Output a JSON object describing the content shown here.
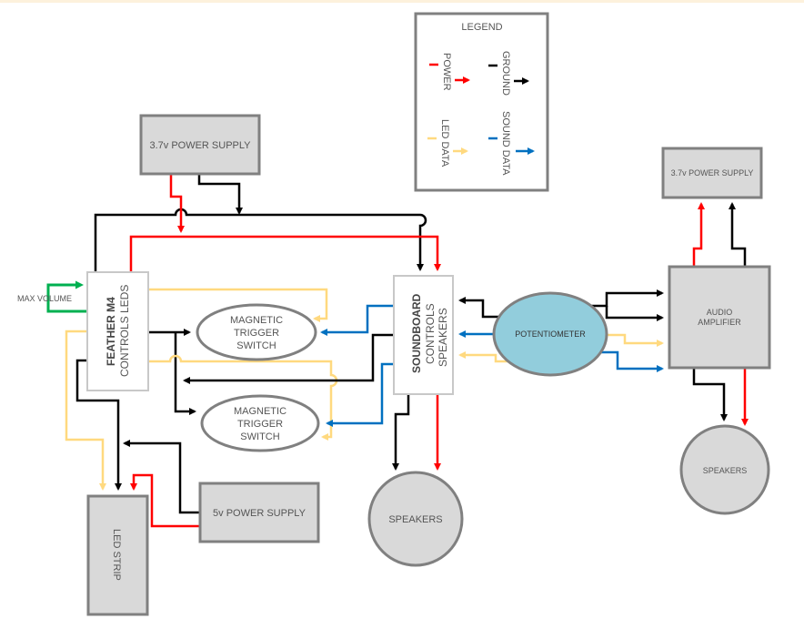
{
  "colors": {
    "power": "#ff0000",
    "ground": "#000000",
    "led_data": "#ffd97f",
    "sound_data": "#0070c0",
    "max_volume": "#00b050",
    "block_fill": "#d9d9d9",
    "block_border": "#808080",
    "controller_border": "#c8c8c8",
    "pot_fill": "#92cddc"
  },
  "legend": {
    "title": "LEGEND",
    "items": [
      {
        "label": "POWER",
        "key": "power"
      },
      {
        "label": "GROUND",
        "key": "ground"
      },
      {
        "label": "LED DATA",
        "key": "led_data"
      },
      {
        "label": "SOUND DATA",
        "key": "sound_data"
      }
    ]
  },
  "nodes": {
    "ps_main": {
      "label": "3.7v POWER SUPPLY"
    },
    "ps_amp": {
      "label": "3.7v POWER SUPPLY"
    },
    "ps_5v": {
      "label": "5v POWER SUPPLY"
    },
    "feather": {
      "title": "FEATHER M4",
      "subtitle": "CONTROLS LEDS"
    },
    "soundboard": {
      "title": "SOUNDBOARD",
      "subtitle1": "CONTROLS",
      "subtitle2": "SPEAKERS"
    },
    "switch1": {
      "line1": "MAGNETIC",
      "line2": "TRIGGER",
      "line3": "SWITCH"
    },
    "switch2": {
      "line1": "MAGNETIC",
      "line2": "TRIGGER",
      "line3": "SWITCH"
    },
    "pot": {
      "label": "POTENTIOMETER"
    },
    "amp": {
      "line1": "AUDIO",
      "line2": "AMPLIFIER"
    },
    "speakers1": {
      "label": "SPEAKERS"
    },
    "speakers2": {
      "label": "SPEAKERS"
    },
    "led_strip": {
      "label": "LED STRIP"
    },
    "max_volume": {
      "label": "MAX VOLUME"
    }
  }
}
